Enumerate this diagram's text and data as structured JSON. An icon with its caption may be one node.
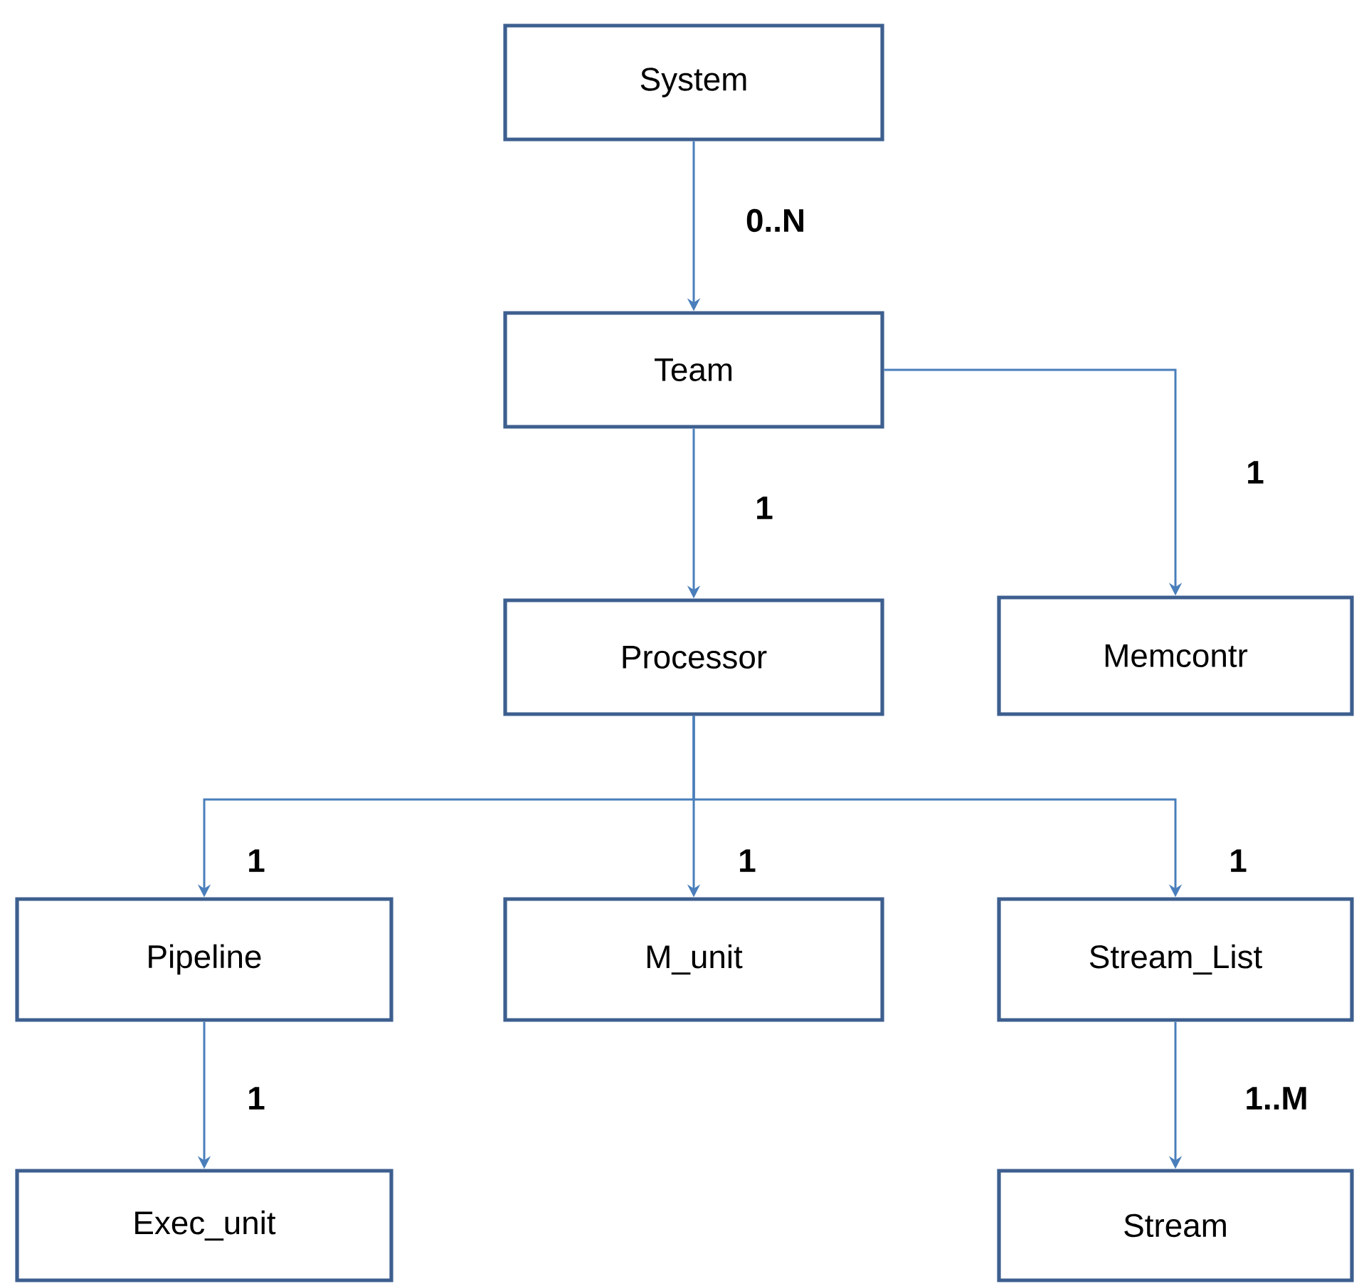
{
  "diagram": {
    "nodes": [
      {
        "text": [
          "System"
        ]
      },
      {
        "text": [
          "Team"
        ]
      },
      {
        "text": [
          "Processor"
        ]
      },
      {
        "text": [
          "Memcontr"
        ]
      },
      {
        "text": [
          "Pipeline"
        ]
      },
      {
        "text": [
          "M_unit"
        ]
      },
      {
        "text": [
          "Stream_List"
        ]
      },
      {
        "text": [
          "Exec_unit"
        ]
      },
      {
        "text": [
          "Stream"
        ]
      }
    ],
    "edges": [
      {
        "from": 0,
        "to": 1,
        "arrow": "to",
        "label": "0..N"
      },
      {
        "from": 1,
        "to": 2,
        "arrow": "to",
        "label": "1"
      },
      {
        "from": 1,
        "to": 3,
        "arrow": "to",
        "label": "1"
      },
      {
        "from": 2,
        "to": 4,
        "arrow": "to",
        "label": "1"
      },
      {
        "from": 2,
        "to": 5,
        "arrow": "to",
        "label": "1"
      },
      {
        "from": 2,
        "to": 6,
        "arrow": "to",
        "label": "1"
      },
      {
        "from": 4,
        "to": 7,
        "arrow": "to",
        "label": "1"
      },
      {
        "from": 6,
        "to": 8,
        "arrow": "to",
        "label": "1..M"
      }
    ]
  }
}
